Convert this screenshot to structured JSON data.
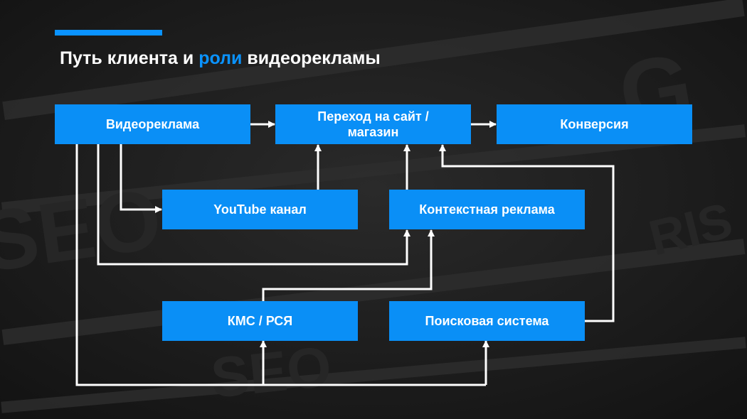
{
  "title": {
    "part1": "Путь клиента и ",
    "highlight": "роли",
    "part2": " видеорекламы"
  },
  "colors": {
    "accent": "#0a93ff",
    "node": "#0a8ff6",
    "text": "#ffffff",
    "connector": "#ffffff"
  },
  "nodes": {
    "video_ads": "Видеореклама",
    "site": "Переход на сайт / магазин",
    "conversion": "Конверсия",
    "youtube": "YouTube канал",
    "context": "Контекстная реклама",
    "kms": "КМС / РСЯ",
    "search": "Поисковая система"
  }
}
